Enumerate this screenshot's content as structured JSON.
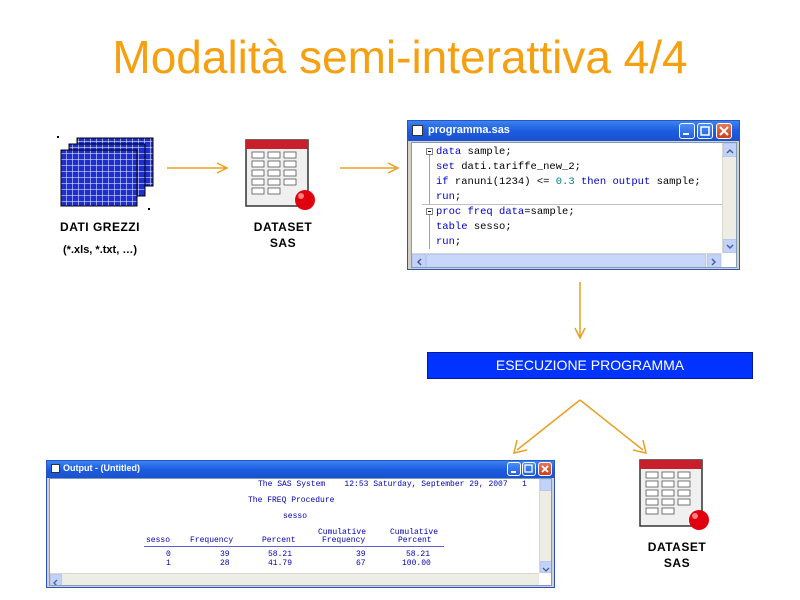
{
  "title": "Modalità semi-interattiva 4/4",
  "raw_data": {
    "label": "DATI GREZZI",
    "formats": "(*.xls, *.txt, …)"
  },
  "dataset1": {
    "line1": "DATASET",
    "line2": "SAS"
  },
  "dataset2": {
    "line1": "DATASET",
    "line2": "SAS"
  },
  "editor": {
    "title": "programma.sas",
    "lines": [
      {
        "t1": "data",
        "t2": " sample;"
      },
      {
        "t1": "set",
        "t2": " dati.tariffe_new_2;"
      },
      {
        "t1": "if",
        "t2": " ranuni(1234) <= ",
        "t3": "0.3",
        "t4": " then output",
        "t5": " sample;"
      },
      {
        "t1": "run",
        "t2": ";"
      },
      {
        "t1": "proc freq",
        "t2": " data",
        "t3": "=sample;"
      },
      {
        "t1": "table",
        "t2": " sesso;"
      },
      {
        "t1": "run",
        "t2": ";"
      }
    ]
  },
  "banner": "ESECUZIONE PROGRAMMA",
  "output": {
    "title": "Output - (Untitled)",
    "header": "The SAS System    12:53 Saturday, September 29, 2007   1",
    "procedure": "The FREQ Procedure",
    "variable": "sesso",
    "columns": {
      "c1": "sesso",
      "c2": "Frequency",
      "c3": "Percent",
      "c4a": "Cumulative",
      "c4b": "Frequency",
      "c5a": "Cumulative",
      "c5b": "Percent"
    },
    "rows": [
      {
        "sesso": "0",
        "freq": "39",
        "pct": "58.21",
        "cumfreq": "39",
        "cumpct": "58.21"
      },
      {
        "sesso": "1",
        "freq": "28",
        "pct": "41.79",
        "cumfreq": "67",
        "cumpct": "100.00"
      }
    ]
  },
  "colors": {
    "title": "#f5a011",
    "arrow": "#e8a020",
    "banner": "#0033ff"
  }
}
